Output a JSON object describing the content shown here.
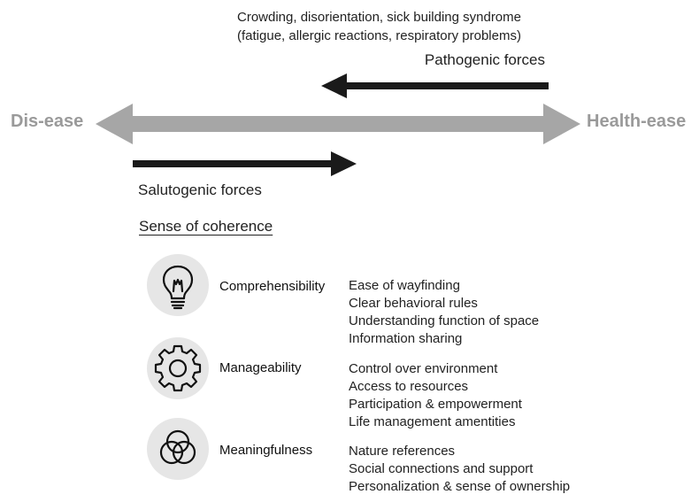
{
  "header": {
    "top_line1": "Crowding, disorientation, sick building syndrome",
    "top_line2": "(fatigue, allergic reactions, respiratory problems)",
    "pathogenic_label": "Pathogenic forces",
    "salutogenic_label": "Salutogenic forces"
  },
  "poles": {
    "left": "Dis-ease",
    "right": "Health-ease"
  },
  "sense_of_coherence": {
    "title": "Sense of coherence",
    "dimensions": [
      {
        "label": "Comprehensibility",
        "icon": "lightbulb-icon",
        "items": [
          "Ease of wayfinding",
          "Clear behavioral rules",
          "Understanding function of space",
          "Information sharing"
        ]
      },
      {
        "label": "Manageability",
        "icon": "gear-icon",
        "items": [
          "Control over environment",
          "Access to resources",
          "Participation & empowerment",
          "Life management amentities"
        ]
      },
      {
        "label": "Meaningfulness",
        "icon": "interlocking-circles-icon",
        "items": [
          "Nature references",
          "Social connections and support",
          "Personalization & sense of ownership"
        ]
      }
    ]
  },
  "colors": {
    "main_arrow": "#a6a6a6",
    "force_arrows": "#1a1a1a",
    "pole_text": "#9a9a9a",
    "icon_background": "#e6e6e6"
  }
}
